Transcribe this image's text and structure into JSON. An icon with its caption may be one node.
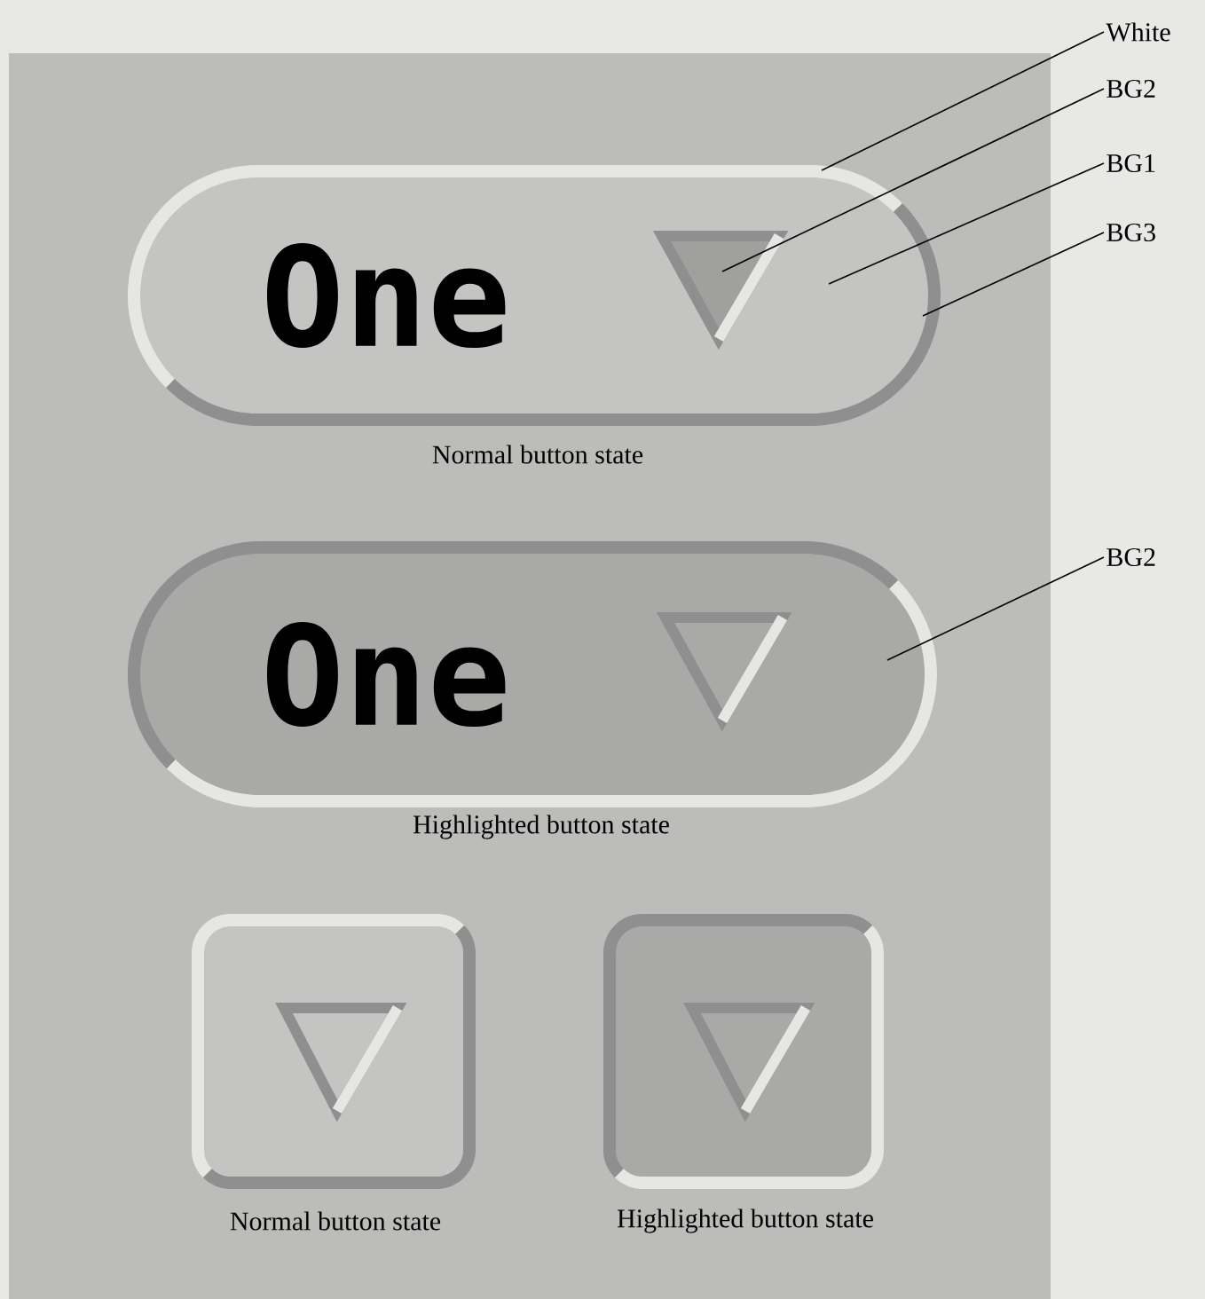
{
  "diagram": {
    "nodes": [
      {
        "text": [
          "One"
        ],
        "beside": [
          "Normal button state"
        ]
      },
      {
        "text": [],
        "shape": "triangle",
        "in": 0
      },
      {
        "text": [
          "White"
        ]
      },
      {
        "text": [
          "BG2"
        ]
      },
      {
        "text": [
          "BG1"
        ]
      },
      {
        "text": [
          "BG3"
        ]
      },
      {
        "text": [
          "One"
        ],
        "beside": [
          "Highlighted button state"
        ]
      },
      {
        "text": [],
        "shape": "triangle",
        "in": 6
      },
      {
        "text": [
          "BG2"
        ]
      },
      {
        "text": [],
        "shape": "box",
        "beside": [
          "Normal button state"
        ]
      },
      {
        "text": [],
        "shape": "triangle",
        "in": 9
      },
      {
        "text": [],
        "shape": "box",
        "beside": [
          "Highlighted button state"
        ]
      },
      {
        "text": [],
        "shape": "triangle",
        "in": 11
      }
    ],
    "edges": [
      {
        "from": 2,
        "to": 0,
        "arrow": "none"
      },
      {
        "from": 3,
        "to": 1,
        "arrow": "none"
      },
      {
        "from": 4,
        "to": 0,
        "arrow": "none"
      },
      {
        "from": 5,
        "to": 0,
        "arrow": "none"
      },
      {
        "from": 8,
        "to": 6,
        "arrow": "none"
      }
    ]
  }
}
